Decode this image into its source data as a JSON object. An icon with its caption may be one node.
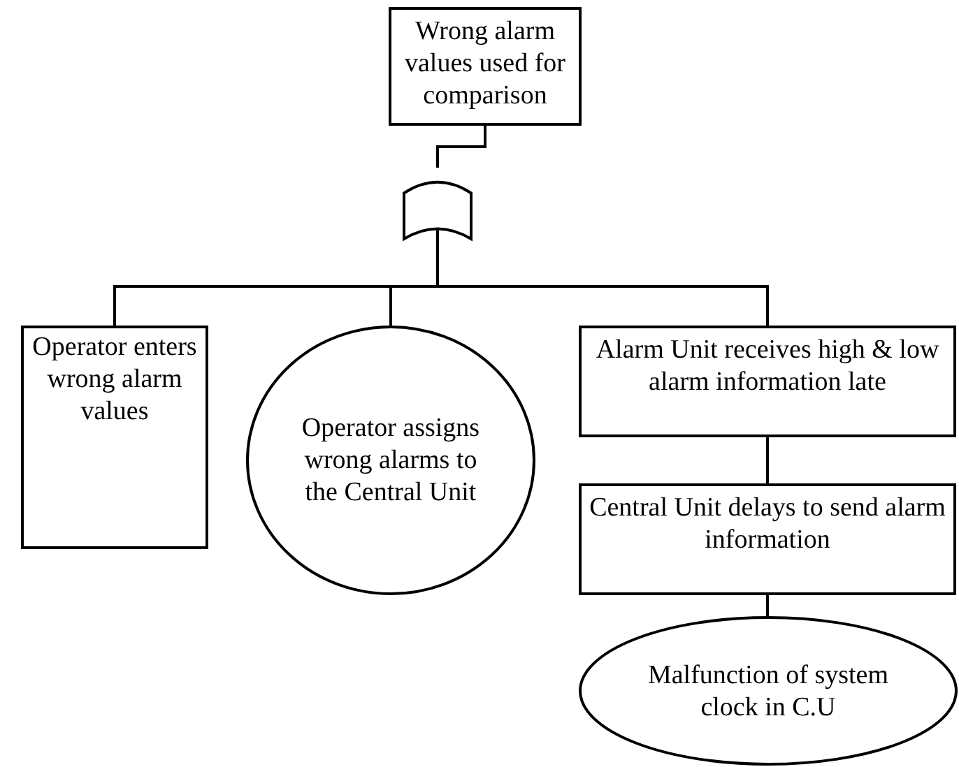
{
  "diagram": {
    "nodes": [
      {
        "text": [
          "Wrong alarm values used for comparison"
        ]
      },
      {
        "text": [],
        "shape": "gate"
      },
      {
        "text": [
          "Operator enters wrong alarm values"
        ]
      },
      {
        "text": [
          "Operator assigns wrong alarms to the Central Unit"
        ]
      },
      {
        "text": [
          "Alarm Unit receives high & low alarm information late"
        ]
      },
      {
        "text": [
          "Central Unit delays to send alarm information"
        ]
      },
      {
        "text": [
          "Malfunction of system clock in C.U"
        ]
      }
    ],
    "edges": [
      {
        "from": 0,
        "to": 1,
        "arrow": "none"
      },
      {
        "from": 1,
        "to": 2,
        "arrow": "none"
      },
      {
        "from": 1,
        "to": 3,
        "arrow": "none"
      },
      {
        "from": 1,
        "to": 4,
        "arrow": "none"
      },
      {
        "from": 4,
        "to": 5,
        "arrow": "none"
      },
      {
        "from": 5,
        "to": 6,
        "arrow": "none"
      }
    ]
  }
}
